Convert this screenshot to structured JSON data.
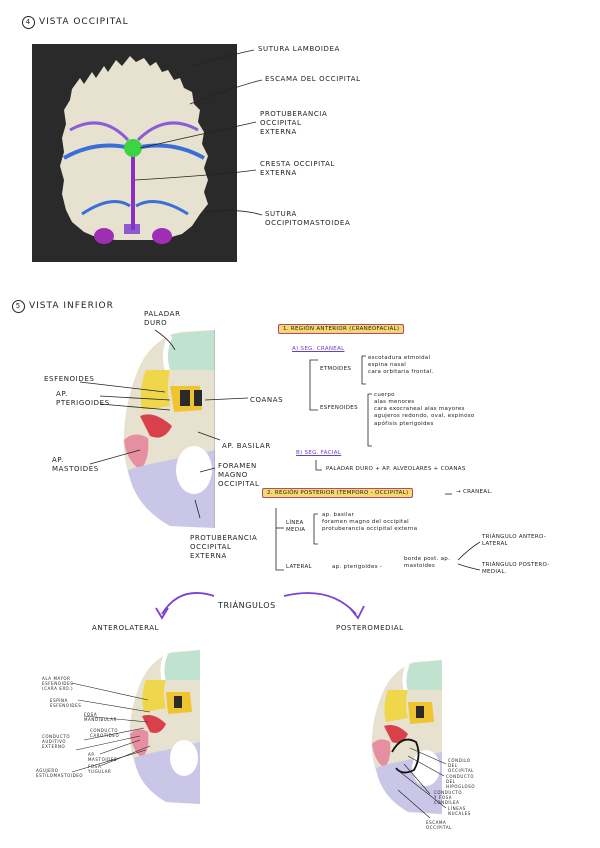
{
  "sec4": {
    "title_num": "4",
    "title": "VISTA OCCIPITAL",
    "labels": {
      "lambdoid": "SUTURA LAMBOIDEA",
      "escama": "ESCAMA DEL OCCIPITAL",
      "protuberancia": "PROTUBERANCIA OCCIPITAL EXTERNA",
      "cresta": "CRESTA OCCIPITAL EXTERNA",
      "occipitomastoidea": "SUTURA OCCIPITOMASTOIDEA"
    }
  },
  "sec5": {
    "title_num": "5",
    "title": "VISTA INFERIOR",
    "labels": {
      "paladar": "PALADAR DURO",
      "esfenoides": "ESFENOIDES",
      "pterigoides": "AP. PTERIGOIDES",
      "coanas": "COANAS",
      "basilar": "AP. BASILAR",
      "mastoides": "AP. MASTOIDES",
      "foramen": "FORAMEN MAGNO OCCIPITAL",
      "protub": "PROTUBERANCIA OCCIPITAL EXTERNA"
    },
    "notes": {
      "reg1": "1. REGIÓN ANTERIOR (CRANEOFACIAL)",
      "a_craneal": "A) SEG. CRANEAL",
      "etmoides": "ETMOIDES",
      "etm_items": [
        "escotadura etmoidal",
        "espina nasal",
        "cara orbitaria frontal."
      ],
      "esfenoides": "ESFENOIDES",
      "esf_items": [
        "cuerpo",
        "alas menores",
        "cara exocraneal alas mayores",
        "agujeros redondo, oval, espinoso",
        "apófisis pterigoides"
      ],
      "b_facial": "B) SEG. FACIAL",
      "facial_items": "PALADAR DURO + AP. ALVEOLARES + COANAS",
      "reg2": "2. REGIÓN POSTERIOR (TEMPORO - OCCIPITAL)",
      "craneal": "CRANEAL.",
      "linea_media": "LÍNEA MEDIA",
      "lm_items": [
        "ap. basilar",
        "foramen magno del occipital",
        "protuberancia occipital externa"
      ],
      "lateral": "LATERAL",
      "lat_text": "ap. pterigoides -",
      "borde": "borde post. ap. mastoides",
      "tri1": "TRIÁNGULO ANTERO-LATERAL",
      "tri2": "TRIÁNGULO POSTERO-MEDIAL."
    }
  },
  "triangles": {
    "title": "TRIÁNGULOS",
    "left": "ANTEROLATERAL",
    "right": "POSTEROMEDIAL",
    "left_labels": [
      "ala mayor esfenoides (cara exo.)",
      "espina esfenoides",
      "fosa mandibular",
      "conducto auditivo externo",
      "conducto carotídeo",
      "ap. mastoides",
      "fosa yugular",
      "agujero estilomastoideo"
    ],
    "right_labels": [
      "cóndilo del occipital",
      "conducto del hipogloso",
      "conducto y fosa condílea",
      "líneas nucales",
      "escama occipital"
    ]
  },
  "colors": {
    "bone": "#e7e2cf",
    "dark_bg": "#2a2a2a",
    "blue": "#3a6ed8",
    "purple": "#8b5bd9",
    "green": "#3bd442",
    "highlight": "#f7d86b",
    "lavender": "#c9c6e8",
    "mint": "#bfe3cf",
    "red": "#d8404a",
    "yellow": "#f0d64a",
    "arrow_purple": "#7a3fd6"
  }
}
